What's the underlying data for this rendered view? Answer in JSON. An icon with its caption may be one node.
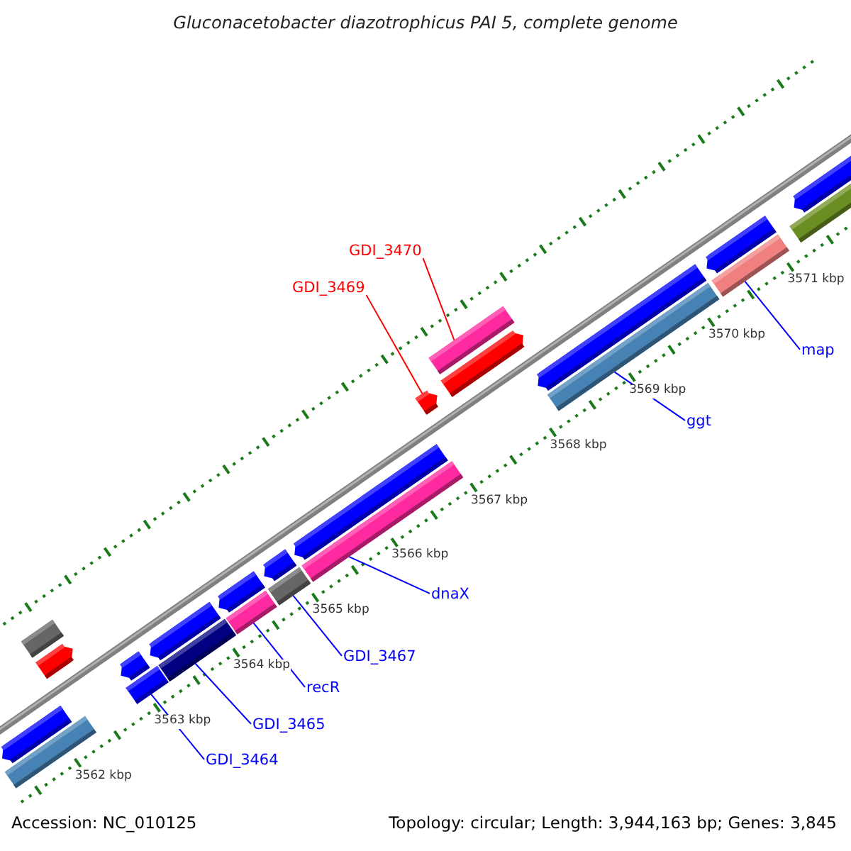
{
  "diagram": {
    "title": "Gluconacetobacter diazotrophicus PAI 5, complete genome",
    "nodes": [
      {
        "text": [
          "GDI_3470"
        ]
      },
      {
        "text": [
          "GDI_3469"
        ]
      },
      {
        "text": [
          "ggt"
        ]
      },
      {
        "text": [
          "map"
        ]
      },
      {
        "text": [
          "dnaX"
        ]
      },
      {
        "text": [
          "GDI_3467"
        ]
      },
      {
        "text": [
          "recR"
        ]
      },
      {
        "text": [
          "GDI_3465"
        ]
      },
      {
        "text": [
          "GDI_3464"
        ]
      },
      {
        "text": [],
        "shape": "bar"
      },
      {
        "text": [],
        "shape": "arrow"
      },
      {
        "text": [],
        "shape": "bar"
      },
      {
        "text": [],
        "shape": "bar"
      },
      {
        "text": [],
        "shape": "bar"
      },
      {
        "text": [],
        "shape": "bar"
      },
      {
        "text": [],
        "shape": "bar"
      },
      {
        "text": [],
        "shape": "bar"
      },
      {
        "text": [],
        "shape": "bar"
      },
      {
        "text": [],
        "shape": "arrow"
      },
      {
        "text": [],
        "shape": "arrow"
      },
      {
        "text": [],
        "shape": "arrow"
      },
      {
        "text": [],
        "shape": "arrow"
      },
      {
        "text": [],
        "shape": "arrow"
      },
      {
        "text": [],
        "shape": "arrow"
      },
      {
        "text": [],
        "shape": "arrow"
      },
      {
        "text": [],
        "shape": "arrow"
      },
      {
        "text": [],
        "shape": "arrow"
      },
      {
        "text": [],
        "shape": "bar"
      },
      {
        "text": [],
        "shape": "bar"
      },
      {
        "text": [],
        "shape": "arrow"
      },
      {
        "text": [],
        "shape": "arrow"
      },
      {
        "text": [],
        "shape": "bar"
      }
    ],
    "edges": [
      {
        "from": 0,
        "to": 9,
        "arrow": "none",
        "color": "#ff0000"
      },
      {
        "from": 1,
        "to": 10,
        "arrow": "none",
        "color": "#ff0000"
      },
      {
        "from": 2,
        "to": 11,
        "arrow": "none"
      },
      {
        "from": 3,
        "to": 12,
        "arrow": "none"
      },
      {
        "from": 4,
        "to": 13,
        "arrow": "none"
      },
      {
        "from": 5,
        "to": 14,
        "arrow": "none"
      },
      {
        "from": 6,
        "to": 15,
        "arrow": "none"
      },
      {
        "from": 7,
        "to": 16,
        "arrow": "none"
      },
      {
        "from": 8,
        "to": 17,
        "arrow": "none"
      }
    ],
    "labels": [
      "3571 kbp",
      "3570 kbp",
      "3569 kbp",
      "3568 kbp",
      "3567 kbp",
      "3566 kbp",
      "3565 kbp",
      "3564 kbp",
      "3563 kbp",
      "3562 kbp",
      "Accession: NC_010125",
      "Topology: circular; Length: 3,944,163 bp; Genes: 3,845"
    ]
  }
}
